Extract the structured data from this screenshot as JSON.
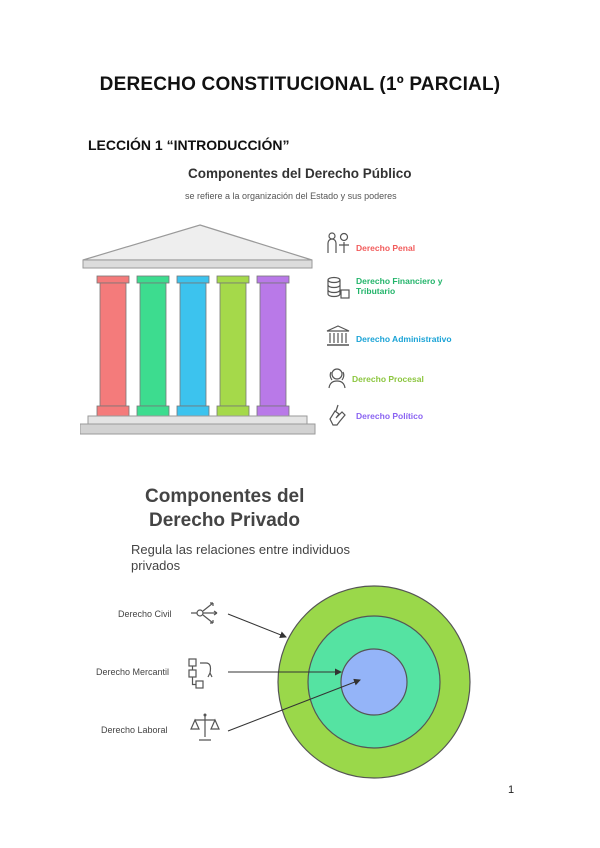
{
  "page": {
    "title": "DERECHO CONSTITUCIONAL (1º PARCIAL)",
    "lesson": "LECCIÓN 1 “INTRODUCCIÓN”",
    "page_number": "1"
  },
  "publico": {
    "title": "Componentes del Derecho Público",
    "subtitle": "se refiere a la organización del Estado y sus poderes",
    "items": [
      {
        "label": "Derecho Penal",
        "color": "#f25b5b",
        "icon": "justice-people-icon"
      },
      {
        "label": "Derecho Financiero y Tributario",
        "color": "#22b46a",
        "icon": "coin-stack-icon"
      },
      {
        "label": "Derecho Administrativo",
        "color": "#1aa3d6",
        "icon": "government-building-icon"
      },
      {
        "label": "Derecho Procesal",
        "color": "#8cc63f",
        "icon": "judge-icon"
      },
      {
        "label": "Derecho Político",
        "color": "#8a63f2",
        "icon": "hand-vote-icon"
      }
    ],
    "pillar_colors": [
      "#f47b7b",
      "#3ddc8f",
      "#3cc3ee",
      "#a5d94a",
      "#b979e8"
    ]
  },
  "privado": {
    "title_line1": "Componentes del",
    "title_line2": "Derecho Privado",
    "subtitle": "Regula las relaciones entre individuos privados",
    "items": [
      {
        "label": "Derecho Civil",
        "icon": "branching-arrows-icon"
      },
      {
        "label": "Derecho Mercantil",
        "icon": "flowchart-icon"
      },
      {
        "label": "Derecho  Laboral",
        "icon": "scales-icon"
      }
    ],
    "ring_colors": [
      "#9ad84a",
      "#55e3a2",
      "#94b4f8"
    ]
  }
}
